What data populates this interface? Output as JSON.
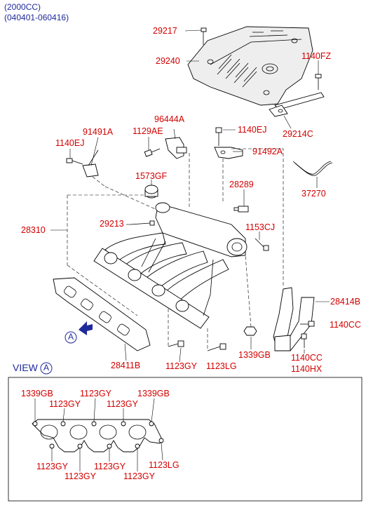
{
  "header": {
    "line1": "(2000CC)",
    "line2": "(040401-060416)"
  },
  "view": {
    "title": "VIEW",
    "marker": "A"
  },
  "arrow_marker": "A",
  "callouts": [
    "29217",
    "29240",
    "1140FZ",
    "29214C",
    "96444A",
    "1129AE",
    "91491A",
    "1140EJ",
    "1140EJ",
    "91492A",
    "37270",
    "1573GF",
    "28289",
    "29213",
    "28310",
    "1153CJ",
    "28414B",
    "1140CC",
    "1140CC",
    "1140HX",
    "1339GB",
    "1123LG",
    "1123GY",
    "28411B"
  ],
  "view_callouts": [
    "1339GB",
    "1123GY",
    "1339GB",
    "1123GY",
    "1123GY",
    "1123GY",
    "1123GY",
    "1123GY",
    "1123GY",
    "1123LG"
  ],
  "colors": {
    "callout": "#d40000",
    "header": "#1f2a9a",
    "line": "#000000"
  }
}
